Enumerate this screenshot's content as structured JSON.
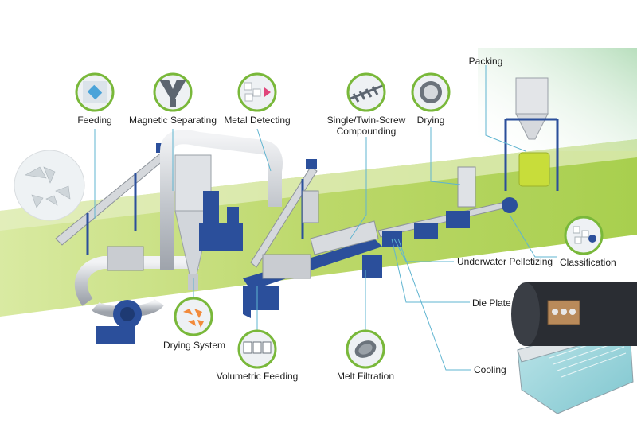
{
  "labels": {
    "feeding": "Feeding",
    "magnetic_separating": "Magnetic Separating",
    "metal_detecting": "Metal Detecting",
    "compounding_line1": "Single/Twin-Screw",
    "compounding_line2": "Compounding",
    "drying": "Drying",
    "packing": "Packing",
    "underwater_pelletizing": "Underwater Pelletizing",
    "classification": "Classification",
    "die_plate": "Die Plate",
    "cooling": "Cooling",
    "drying_system": "Drying System",
    "volumetric_feeding": "Volumetric Feeding",
    "melt_filtration": "Melt Filtration"
  },
  "colors": {
    "green_band": "#b9d96a",
    "bubble_ring": "#79b83a",
    "leader_line": "#5fb4d0",
    "machine_blue": "#2b4f9b",
    "steel": "#c9ccd1"
  }
}
